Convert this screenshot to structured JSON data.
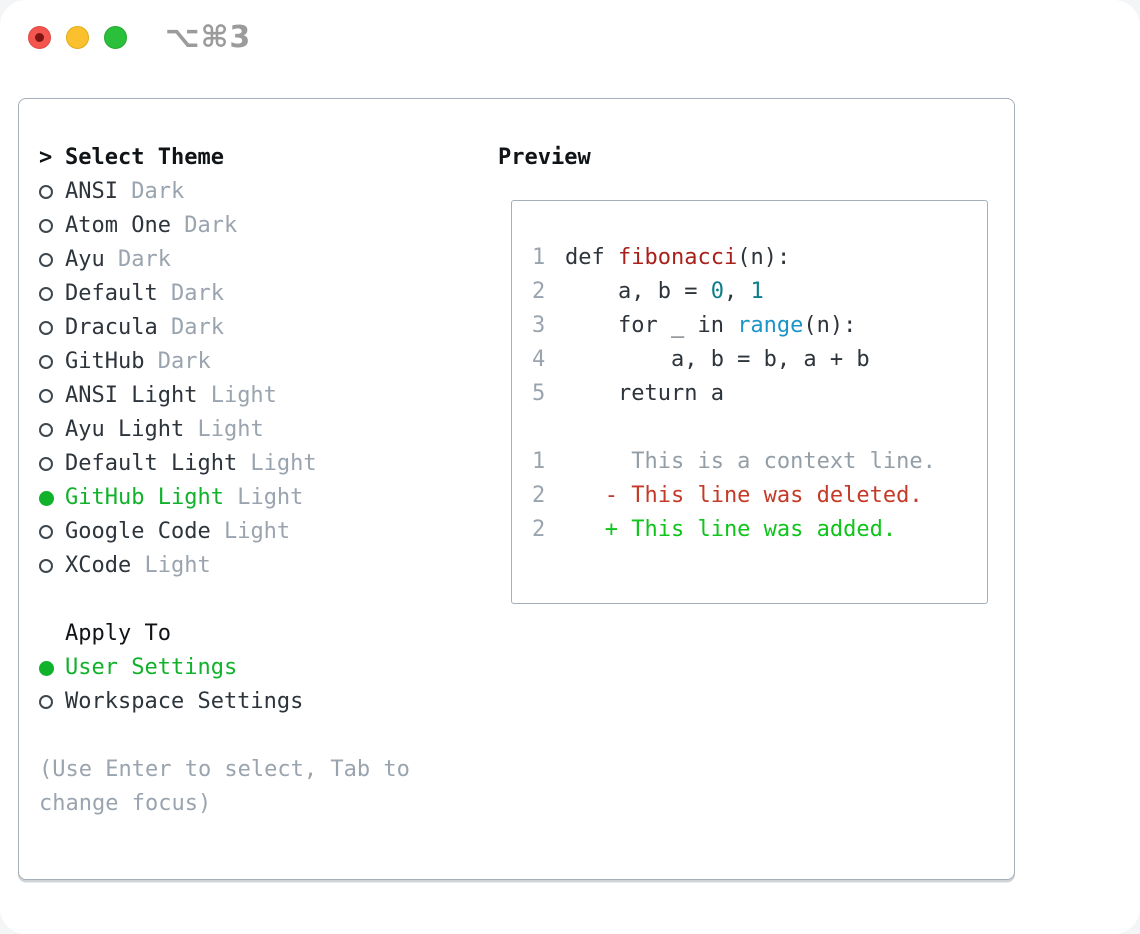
{
  "window": {
    "title_shortcut": "⌥⌘3",
    "traffic_lights": [
      "close",
      "minimize",
      "zoom"
    ]
  },
  "colors": {
    "accent_green": "#10b22b",
    "added_green": "#0fc41b",
    "deleted_red": "#c43a28",
    "function_def_red": "#a8211a",
    "number_teal": "#0e7e8a",
    "function_call_blue": "#1b94c9",
    "text_primary": "#2d343b",
    "text_secondary": "#9aa4af",
    "border_gray": "#a5afb9"
  },
  "theme_picker": {
    "prompt": ">",
    "title": "Select Theme",
    "items": [
      {
        "name": "ANSI",
        "tag": "Dark",
        "selected": false
      },
      {
        "name": "Atom One",
        "tag": "Dark",
        "selected": false
      },
      {
        "name": "Ayu",
        "tag": "Dark",
        "selected": false
      },
      {
        "name": "Default",
        "tag": "Dark",
        "selected": false
      },
      {
        "name": "Dracula",
        "tag": "Dark",
        "selected": false
      },
      {
        "name": "GitHub",
        "tag": "Dark",
        "selected": false
      },
      {
        "name": "ANSI Light",
        "tag": "Light",
        "selected": false
      },
      {
        "name": "Ayu Light",
        "tag": "Light",
        "selected": false
      },
      {
        "name": "Default Light",
        "tag": "Light",
        "selected": false
      },
      {
        "name": "GitHub Light",
        "tag": "Light",
        "selected": true
      },
      {
        "name": "Google Code",
        "tag": "Light",
        "selected": false
      },
      {
        "name": "XCode",
        "tag": "Light",
        "selected": false
      }
    ],
    "apply_to": {
      "title": "Apply To",
      "options": [
        {
          "name": "User Settings",
          "selected": true
        },
        {
          "name": "Workspace Settings",
          "selected": false
        }
      ]
    },
    "hint_lines": [
      "(Use Enter to select, Tab to",
      "change focus)"
    ]
  },
  "preview": {
    "title": "Preview",
    "code_lines": [
      {
        "num": "1",
        "segments": [
          {
            "text": "def ",
            "style": "plain"
          },
          {
            "text": "fibonacci",
            "style": "defname"
          },
          {
            "text": "(n):",
            "style": "plain"
          }
        ]
      },
      {
        "num": "2",
        "segments": [
          {
            "text": "    a, b = ",
            "style": "plain"
          },
          {
            "text": "0",
            "style": "number"
          },
          {
            "text": ", ",
            "style": "plain"
          },
          {
            "text": "1",
            "style": "number"
          }
        ]
      },
      {
        "num": "3",
        "segments": [
          {
            "text": "    for _ in ",
            "style": "plain"
          },
          {
            "text": "range",
            "style": "call"
          },
          {
            "text": "(n):",
            "style": "plain"
          }
        ]
      },
      {
        "num": "4",
        "segments": [
          {
            "text": "        a, b = b, a + b",
            "style": "plain"
          }
        ]
      },
      {
        "num": "5",
        "segments": [
          {
            "text": "    return a",
            "style": "plain"
          }
        ]
      },
      {
        "num": "",
        "segments": []
      },
      {
        "num": "1",
        "segments": [
          {
            "text": "     This is a context line.",
            "style": "context"
          }
        ]
      },
      {
        "num": "2",
        "segments": [
          {
            "text": "   - This line was deleted.",
            "style": "deleted"
          }
        ]
      },
      {
        "num": "2",
        "segments": [
          {
            "text": "   + This line was added.",
            "style": "added"
          }
        ]
      }
    ]
  }
}
